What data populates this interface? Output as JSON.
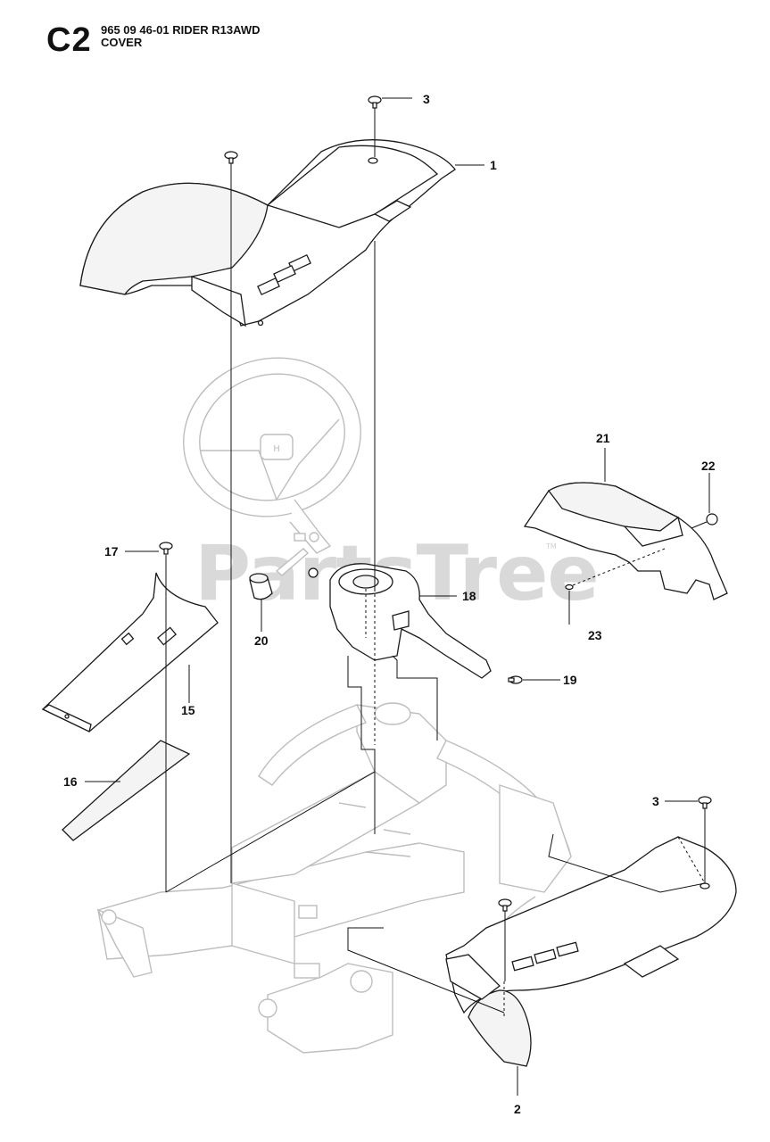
{
  "header": {
    "code": "C2",
    "line1": "965 09 46-01 RIDER R13AWD",
    "line2": "COVER"
  },
  "watermark": {
    "text": "PartsTree",
    "tm": "TM"
  },
  "callouts": [
    "1",
    "2",
    "3",
    "3",
    "15",
    "16",
    "17",
    "18",
    "19",
    "20",
    "21",
    "22",
    "23"
  ]
}
